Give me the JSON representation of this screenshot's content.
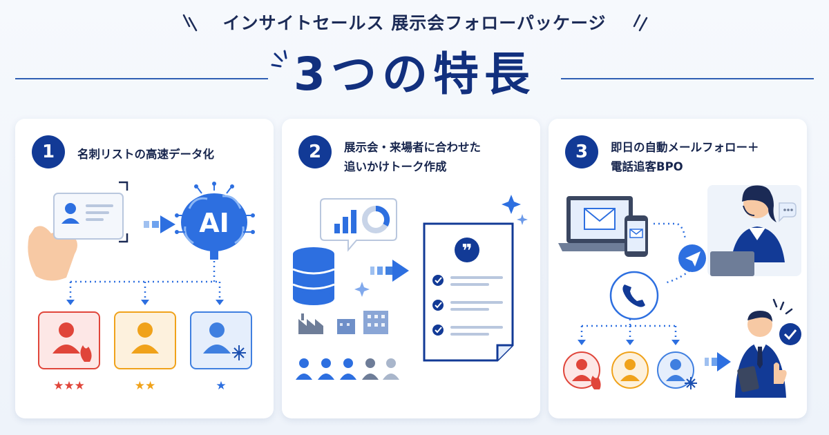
{
  "header": {
    "subtitle": "インサイトセールス 展示会フォローパッケージ",
    "headline": "3つの特長"
  },
  "features": [
    {
      "number": "1",
      "title_lines": [
        "名刺リストの高速データ化"
      ]
    },
    {
      "number": "2",
      "title_lines": [
        "展示会・来場者に合わせた",
        "追いかけトーク作成"
      ]
    },
    {
      "number": "3",
      "title_lines": [
        "即日の自動メールフォロー＋",
        "電話追客BPO"
      ]
    }
  ],
  "card1": {
    "ai_label": "AI",
    "ratings": [
      "★★★",
      "★★",
      "★"
    ]
  },
  "card2": {
    "quote_glyph": "❞"
  },
  "colors": {
    "navy": "#123a96",
    "blue": "#2d6fe0",
    "hot": "#e0453a",
    "warm": "#f0a21a",
    "cold": "#3f7fe0"
  }
}
